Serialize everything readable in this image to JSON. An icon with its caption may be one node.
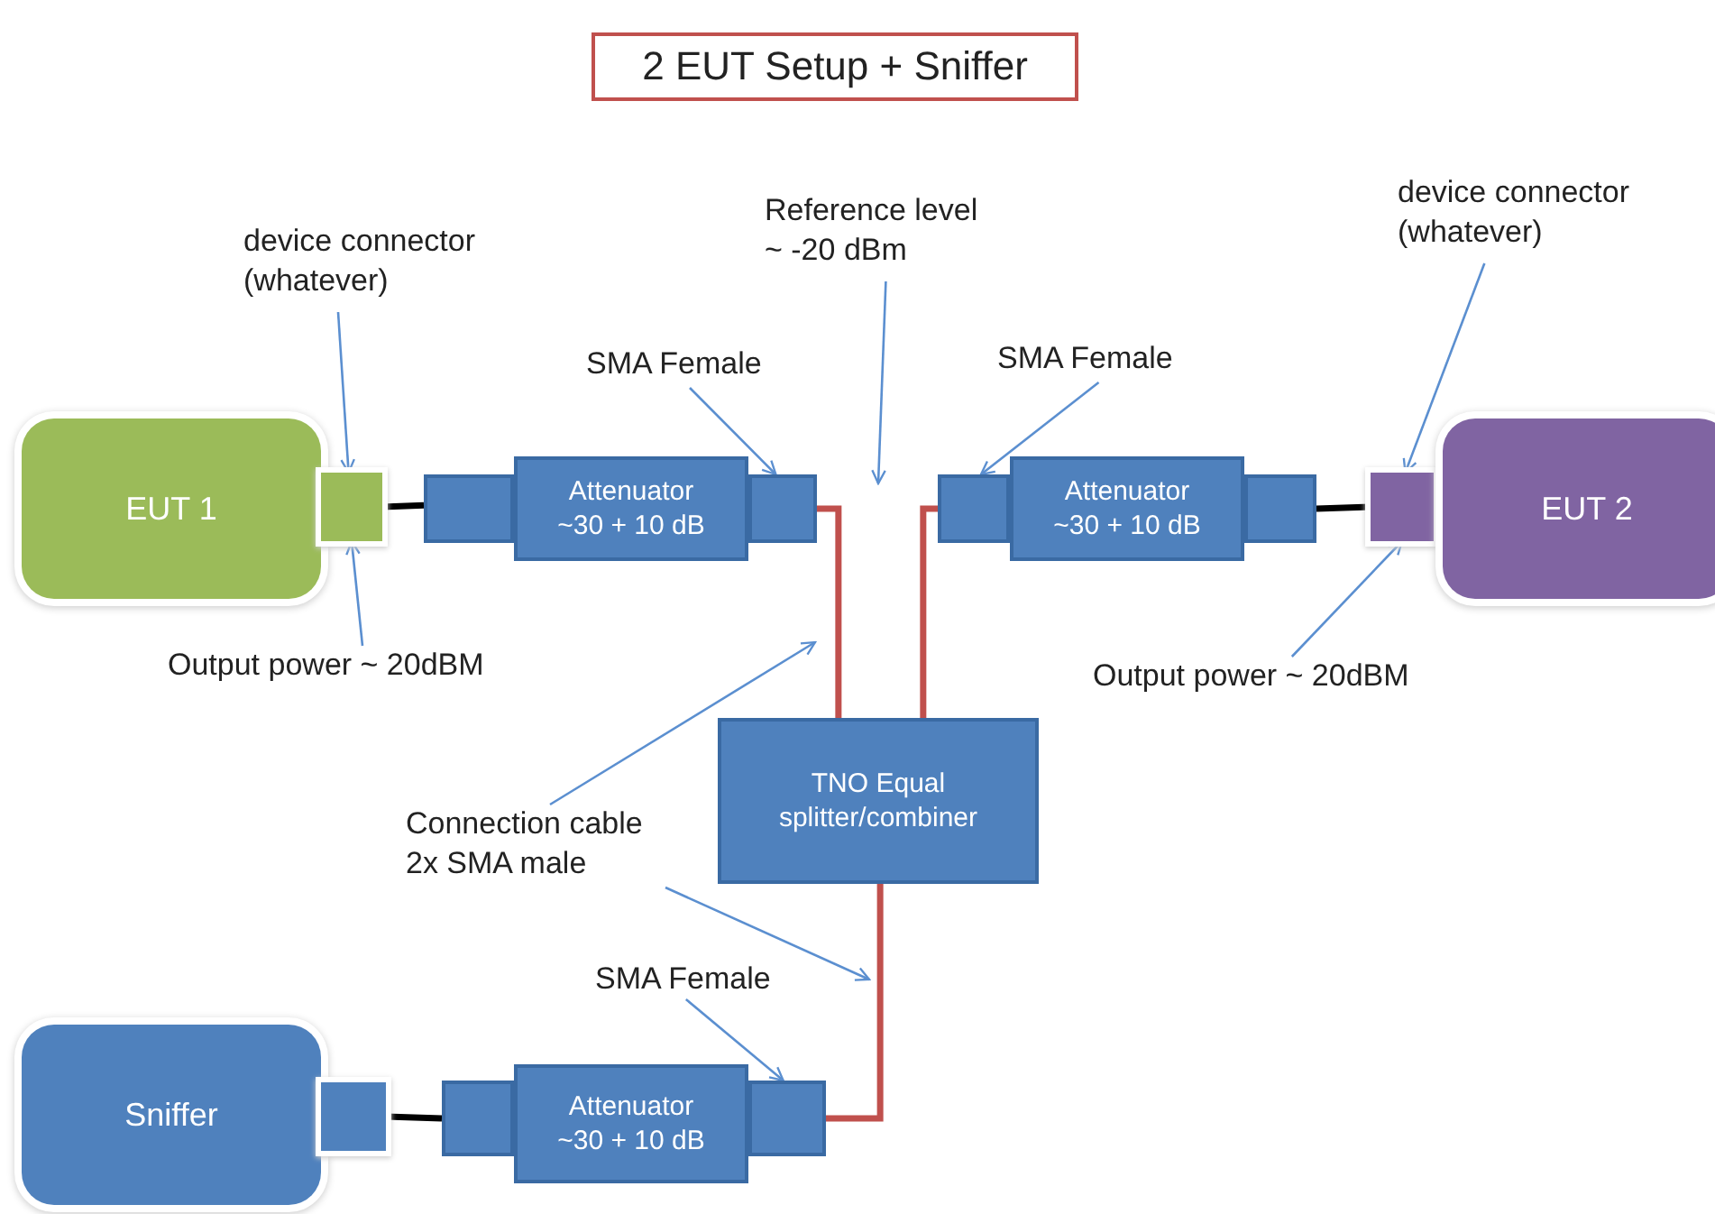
{
  "diagram": {
    "title": "2 EUT Setup + Sniffer",
    "nodes": [
      {
        "text": [
          "EUT 1"
        ]
      },
      {
        "text": [],
        "shape": "box"
      },
      {
        "text": [],
        "shape": "box"
      },
      {
        "text": [
          "Attenuator ~30 + 10 dB"
        ]
      },
      {
        "text": [],
        "shape": "box"
      },
      {
        "text": [],
        "shape": "box"
      },
      {
        "text": [
          "Attenuator ~30 + 10 dB"
        ]
      },
      {
        "text": [],
        "shape": "box"
      },
      {
        "text": [],
        "shape": "box"
      },
      {
        "text": [
          "EUT 2"
        ]
      },
      {
        "text": [
          "TNO Equal splitter/combiner"
        ]
      },
      {
        "text": [
          "Sniffer"
        ]
      },
      {
        "text": [],
        "shape": "box"
      },
      {
        "text": [],
        "shape": "box"
      },
      {
        "text": [
          "Attenuator ~30 + 10 dB"
        ]
      },
      {
        "text": [],
        "shape": "box"
      },
      {
        "text": [
          "device connector (whatever)"
        ]
      },
      {
        "text": [
          "Output power ~ 20dBM"
        ]
      },
      {
        "text": [
          "SMA Female"
        ]
      },
      {
        "text": [
          "Reference level ~ -20 dBm"
        ]
      },
      {
        "text": [
          "SMA Female"
        ]
      },
      {
        "text": [
          "device connector (whatever)"
        ]
      },
      {
        "text": [
          "Output power ~ 20dBM"
        ]
      },
      {
        "text": [
          "Connection cable 2x SMA male"
        ]
      },
      {
        "text": [
          "SMA Female"
        ]
      }
    ],
    "edges": [
      {
        "from": 1,
        "to": 2,
        "arrow": "none",
        "style": "thick",
        "color": "#000000"
      },
      {
        "from": 4,
        "to": 10,
        "arrow": "none",
        "style": "thick",
        "color": "#c0504d"
      },
      {
        "from": 10,
        "to": 5,
        "arrow": "none",
        "style": "thick",
        "color": "#c0504d"
      },
      {
        "from": 7,
        "to": 8,
        "arrow": "none",
        "style": "thick",
        "color": "#000000"
      },
      {
        "from": 12,
        "to": 13,
        "arrow": "none",
        "style": "thick",
        "color": "#000000"
      },
      {
        "from": 15,
        "to": 10,
        "arrow": "none",
        "style": "thick",
        "color": "#c0504d"
      },
      {
        "from": 16,
        "to": 1,
        "arrow": "to"
      },
      {
        "from": 17,
        "to": 1,
        "arrow": "to"
      },
      {
        "from": 18,
        "to": 4,
        "arrow": "to"
      },
      {
        "from": 19,
        "to": null,
        "arrow": "to"
      },
      {
        "from": 20,
        "to": 5,
        "arrow": "to"
      },
      {
        "from": 21,
        "to": 8,
        "arrow": "to"
      },
      {
        "from": 22,
        "to": 8,
        "arrow": "to"
      },
      {
        "from": 23,
        "to": null,
        "arrow": "to"
      },
      {
        "from": 23,
        "to": null,
        "arrow": "to"
      },
      {
        "from": 24,
        "to": 15,
        "arrow": "to"
      }
    ]
  }
}
